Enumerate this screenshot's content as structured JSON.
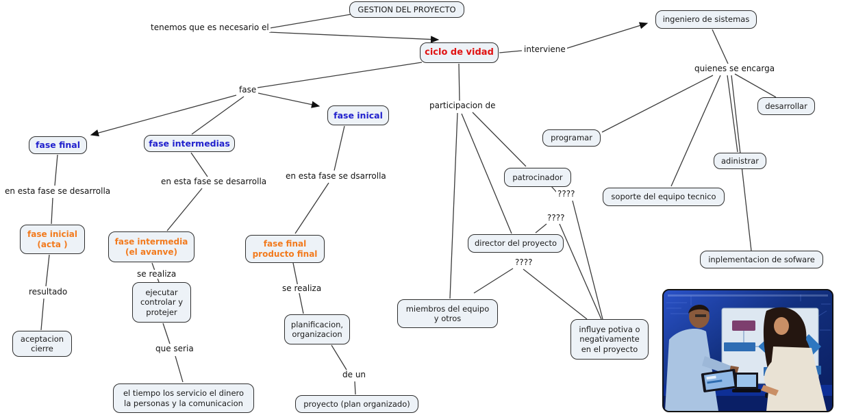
{
  "diagram": {
    "concepts": {
      "gestion": "GESTION DEL PROYECTO",
      "ciclo": "ciclo de vidad",
      "ingeniero": "ingeniero de sistemas",
      "fase_final": "fase final",
      "fase_intermedias": "fase intermedias",
      "fase_inical": "fase inical",
      "fase_inicial_acta": "fase inicial\n(acta )",
      "fase_intermedia_avanve": "fase intermedia\n(el avanve)",
      "fase_final_producto": "fase final\nproducto final",
      "aceptacion": "aceptacion\ncierre",
      "ejecutar": "ejecutar\ncontrolar y\nprotejer",
      "planificacion": "planificacion,\norganizacion",
      "tiempo": "el tiempo los servicio el dinero\nla personas y la comunicacion",
      "proyecto_plan": "proyecto (plan organizado)",
      "programar": "programar",
      "patrocinador": "patrocinador",
      "director": "director del proyecto",
      "miembros": "miembros del equipo\ny otros",
      "influye": "influye potiva o\nnegativamente\nen el proyecto",
      "desarrollar": "desarrollar",
      "adinistrar": "adinistrar",
      "soporte": "soporte del equipo tecnico",
      "inplementacion": "inplementacion de sofware"
    },
    "linking_phrases": {
      "tenemos": "tenemos que es necesario el",
      "interviene": "interviene",
      "quienes": "quienes se encarga",
      "fase": "fase",
      "en_esta_1": "en esta fase se desarrolla",
      "en_esta_2": "en esta fase se desarrolla",
      "en_esta_3": "en esta fase se dsarrolla",
      "resultado": "resultado",
      "se_realiza_1": "se realiza",
      "se_realiza_2": "se realiza",
      "que_seria": "que seria",
      "de_un": "de un",
      "participacion": "participacion de",
      "q1": "????",
      "q2": "????",
      "q3": "????"
    },
    "colors": {
      "node_fill": "#edf2f7",
      "node_border": "#2d2d2d",
      "accent_red": "#e01212",
      "accent_blue": "#2121cd",
      "accent_orange": "#f27a1d",
      "line": "#3a3a3a"
    }
  }
}
